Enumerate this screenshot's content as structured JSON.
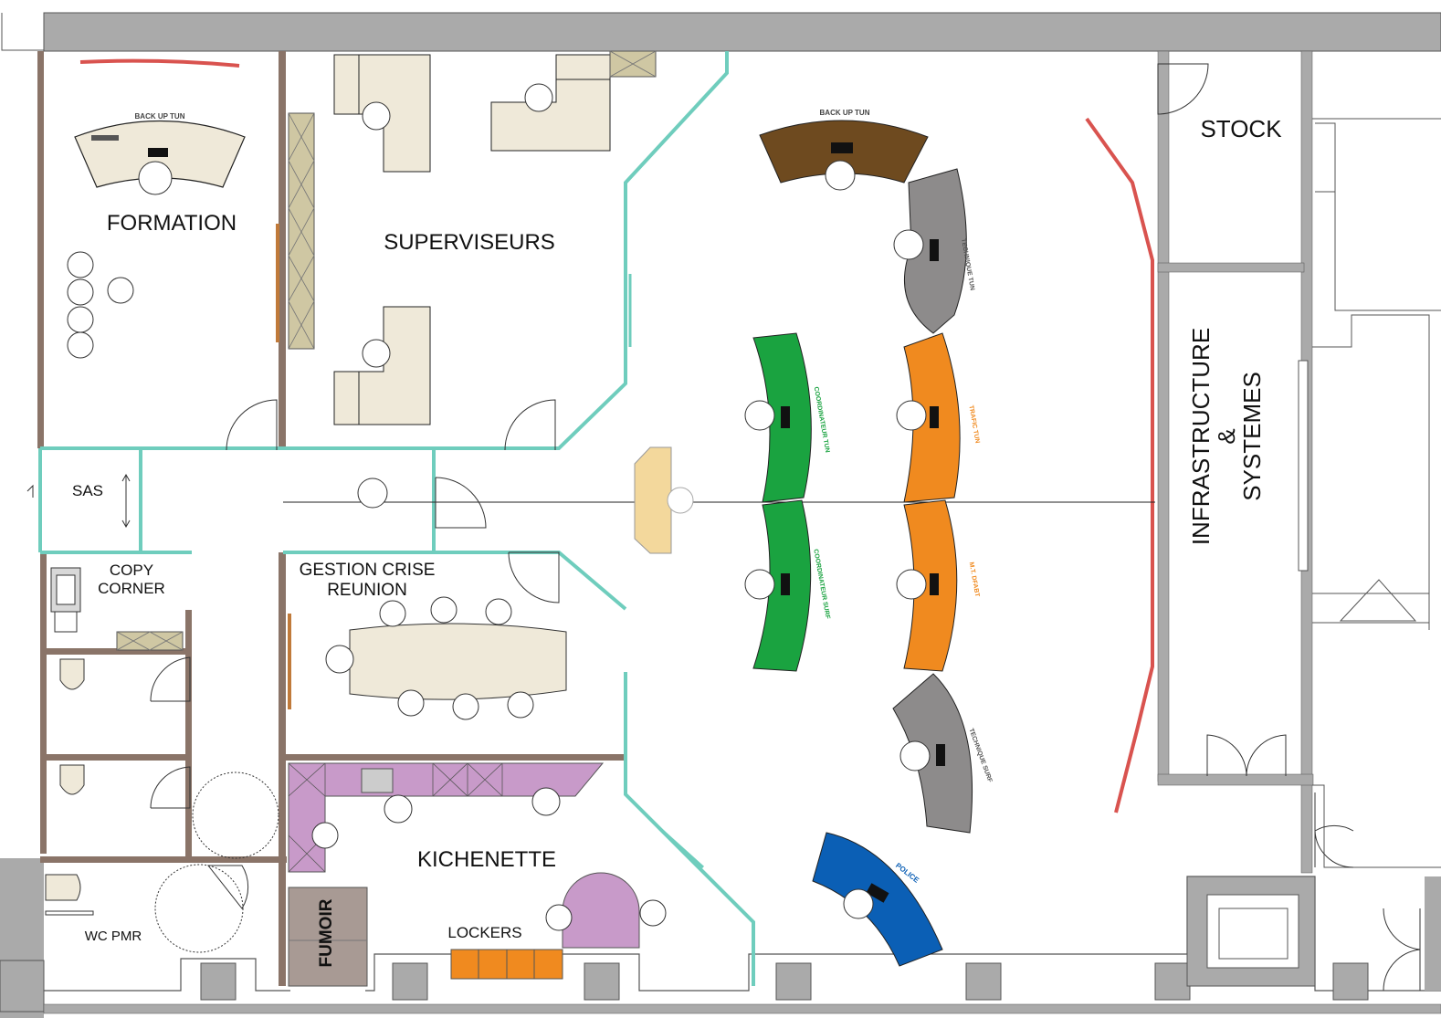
{
  "rooms": {
    "formation": "FORMATION",
    "superviseurs": "SUPERVISEURS",
    "stock": "STOCK",
    "infra_line1": "INFRASTRUCTURE",
    "infra_line2": "&",
    "infra_line3": "SYSTEMES",
    "sas": "SAS",
    "copy_line1": "COPY",
    "copy_line2": "CORNER",
    "gestion_line1": "GESTION CRISE",
    "gestion_line2": "REUNION",
    "kichenette": "KICHENETTE",
    "lockers": "LOCKERS",
    "fumoir": "FUMOIR",
    "wc_pmr": "WC PMR"
  },
  "desks": {
    "backup_formation": "BACK UP TUN",
    "backup_main": "BACK UP TUN",
    "technique_tun": "TECHNIQUE TUN",
    "coordinateur_tun": "COORDINATEUR TUN",
    "trafic_tun": "TRAFIC TUN",
    "coordinateur_surf": "COORDINATEUR SURF",
    "mt_dfabt": "M.T. DFABT",
    "technique_surf": "TECHNIQUE SURF",
    "police": "POLICE"
  },
  "colors": {
    "wall_gray": "#aaaaaa",
    "wall_brown": "#8a7468",
    "glass_teal": "#6fcdbd",
    "red_line": "#d9534f",
    "desk_beige": "#efe9d9",
    "desk_brown": "#6e4a1f",
    "desk_gray": "#8d8b8b",
    "desk_green": "#1aa340",
    "desk_orange": "#f08a1f",
    "desk_blue": "#0b5fb5",
    "kitchen_purple": "#c89ac9",
    "locker_orange": "#f08a1f",
    "fumoir_taupe": "#a89a94",
    "cabinet_olive": "#cfc7a3"
  }
}
